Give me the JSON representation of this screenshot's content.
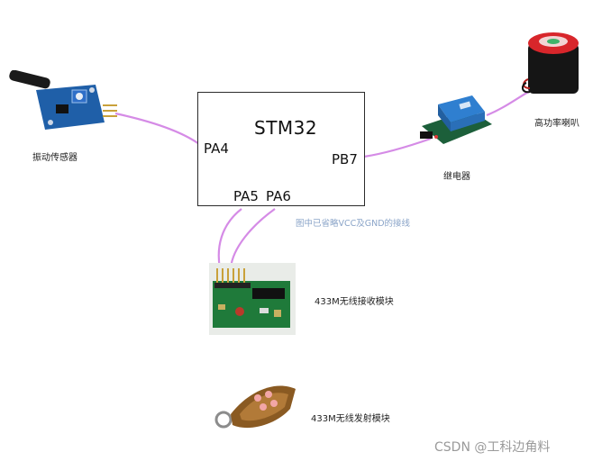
{
  "mcu": {
    "title": "STM32",
    "pins": {
      "pa4": "PA4",
      "pb7": "PB7",
      "pa5": "PA5",
      "pa6": "PA6"
    }
  },
  "components": {
    "vibration_sensor": "振动传感器",
    "relay": "继电器",
    "speaker": "高功率喇叭",
    "receiver": "433M无线接收模块",
    "transmitter": "433M无线发射模块"
  },
  "note": "图中已省略VCC及GND的接线",
  "watermark": "CSDN @工科边角料",
  "colors": {
    "wire": "#d58be6",
    "pcb_blue": "#1f5fa8",
    "pcb_green": "#1f7a3a",
    "relay_blue": "#2f7fd0",
    "speaker_red": "#d8262b",
    "fob_brown": "#8a5a22"
  }
}
